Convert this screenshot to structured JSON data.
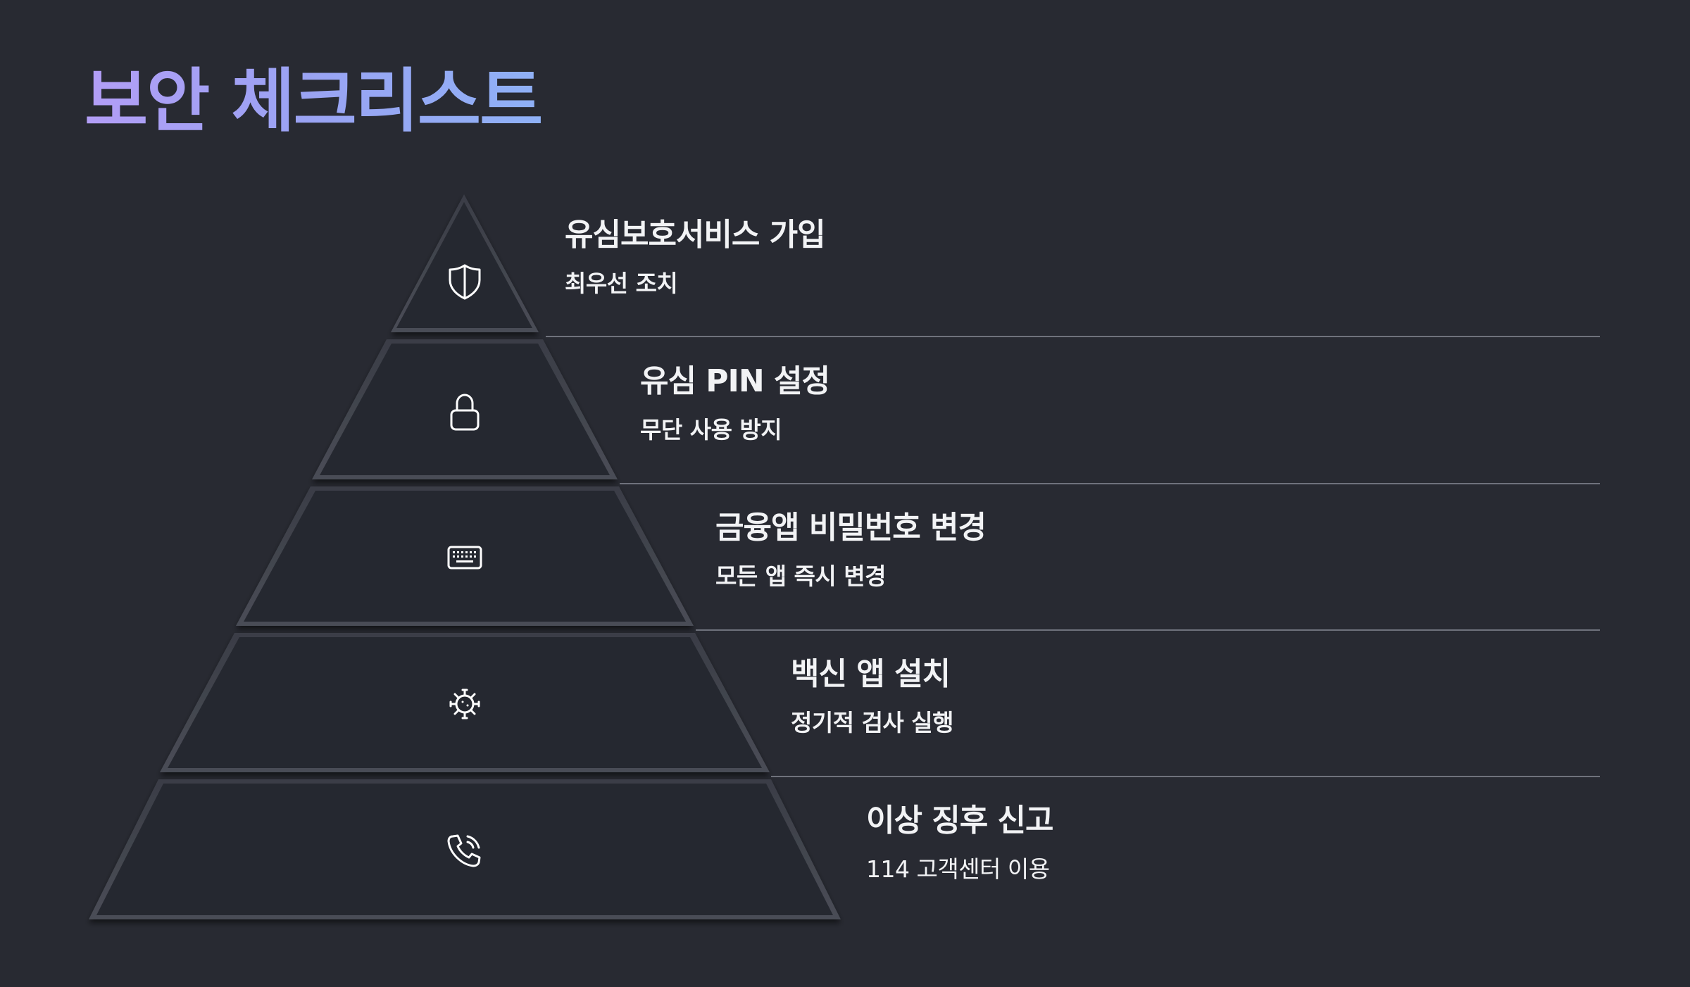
{
  "title": "보안 체크리스트",
  "colors": {
    "background": "#282a32",
    "title_gradient_start": "#b39ef6",
    "title_gradient_end": "#8fb1f6",
    "tier_fill": "#252830",
    "divider": "#6f727c",
    "text": "#f2f3f5"
  },
  "tiers": [
    {
      "title": "유심보호서비스 가입",
      "desc": "최우선 조치",
      "icon": "shield-icon"
    },
    {
      "title": "유심 PIN 설정",
      "desc": "무단 사용 방지",
      "icon": "lock-icon"
    },
    {
      "title": "금융앱 비밀번호 변경",
      "desc": "모든 앱 즉시 변경",
      "icon": "keyboard-icon"
    },
    {
      "title": "백신 앱 설치",
      "desc": "정기적 검사 실행",
      "icon": "virus-icon"
    },
    {
      "title": "이상 징후 신고",
      "desc": "114 고객센터 이용",
      "icon": "phone-call-icon"
    }
  ]
}
